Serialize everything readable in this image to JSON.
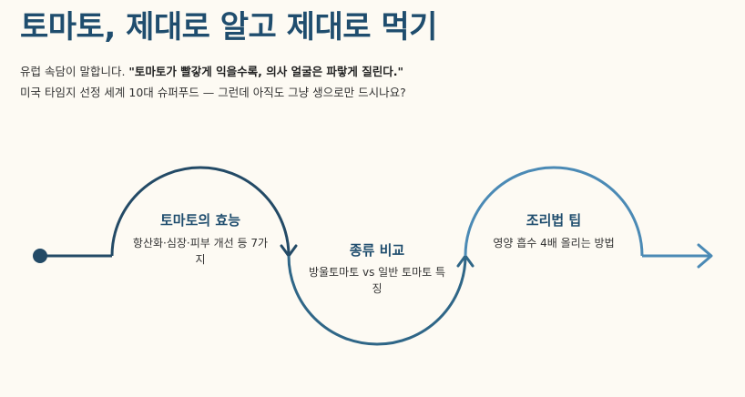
{
  "title": "토마토, 제대로 알고 제대로 먹기",
  "intro": {
    "line1_prefix": "유럽 속담이 말합니다. ",
    "line1_quote": "\"토마토가 빨갛게 익을수록, 의사 얼굴은 파랗게 질린다.\"",
    "line2": "미국 타임지 선정 세계 10대 슈퍼푸드 — 그런데 아직도 그냥 생으로만 드시나요?"
  },
  "steps": [
    {
      "title": "토마토의 효능",
      "desc": "항산화·심장·피부 개선 등 7가지"
    },
    {
      "title": "종류 비교",
      "desc": "방울토마토 vs 일반 토마토 특징"
    },
    {
      "title": "조리법 팁",
      "desc": "영양 흡수 4배 올리는 방법"
    }
  ],
  "colors": {
    "background": "#fdfaf3",
    "title": "#1f4d6e",
    "arc1": "#234a66",
    "arc2": "#2f6687",
    "arc3": "#4b8ab5"
  },
  "icons": [
    "start-dot-icon",
    "arrow-down-icon",
    "arrow-up-icon",
    "arrow-right-icon"
  ]
}
